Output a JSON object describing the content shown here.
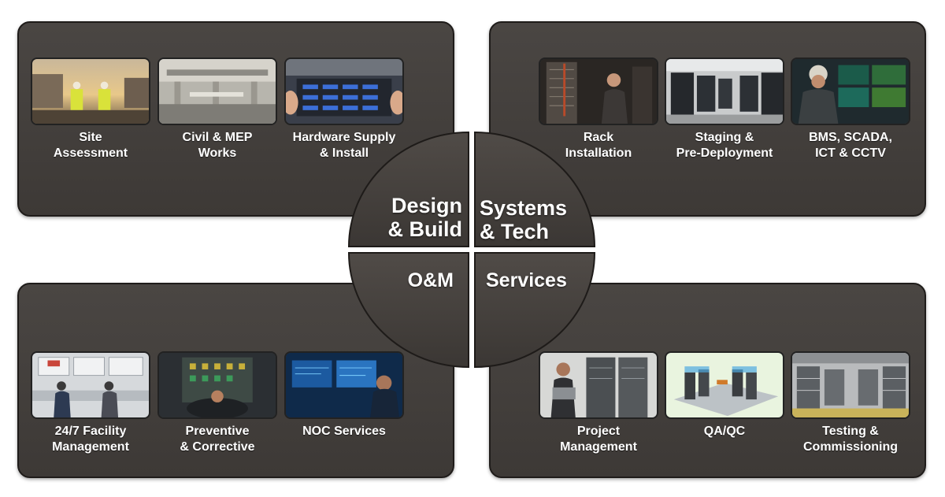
{
  "hub": {
    "design_build": [
      "Design",
      "& Build"
    ],
    "systems_tech": [
      "Systems",
      "& Tech"
    ],
    "om": "O&M",
    "services": "Services"
  },
  "panels": {
    "design_build": [
      {
        "line1": "Site",
        "line2": "Assessment",
        "image": "site-workers-photo"
      },
      {
        "line1": "Civil & MEP",
        "line2": "Works",
        "image": "ceiling-ducts-photo"
      },
      {
        "line1": "Hardware Supply",
        "line2": "& Install",
        "image": "server-hardware-photo"
      }
    ],
    "systems_tech": [
      {
        "line1": "Rack",
        "line2": "Installation",
        "image": "rack-technician-photo"
      },
      {
        "line1": "Staging &",
        "line2": "Pre-Deployment",
        "image": "datacenter-aisle-photo"
      },
      {
        "line1": "BMS, SCADA,",
        "line2": "ICT & CCTV",
        "image": "monitoring-engineer-photo"
      }
    ],
    "om": [
      {
        "line1": "24/7 Facility",
        "line2": "Management",
        "image": "control-room-photo"
      },
      {
        "line1": "Preventive",
        "line2": "& Corrective",
        "image": "maintenance-photo"
      },
      {
        "line1": "NOC Services",
        "line2": "",
        "image": "noc-operator-photo"
      }
    ],
    "services": [
      {
        "line1": "Project",
        "line2": "Management",
        "image": "laptop-engineer-photo"
      },
      {
        "line1": "QA/QC",
        "line2": "",
        "image": "server-model-render"
      },
      {
        "line1": "Testing &",
        "line2": "Commissioning",
        "image": "warehouse-racks-photo"
      }
    ]
  }
}
